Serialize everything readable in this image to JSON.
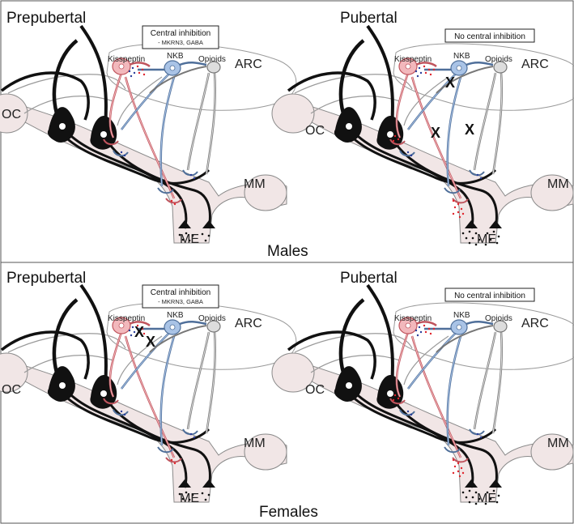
{
  "panels": [
    {
      "id": "male-prepubertal",
      "title": "Prepubertal",
      "inhibition_label": "Central inhibition",
      "inhibition_sub": "- MKRN3, GABA",
      "labels": {
        "kisspeptin": "Kisspeptin",
        "nkb": "NKB",
        "opioids": "Opioids",
        "arc": "ARC",
        "oc": "OC",
        "mm": "MM",
        "me": "ME"
      },
      "x_marks": []
    },
    {
      "id": "male-pubertal",
      "title": "Pubertal",
      "inhibition_label": "No central inhibition",
      "inhibition_sub": "",
      "labels": {
        "kisspeptin": "Kisspeptin",
        "nkb": "NKB",
        "opioids": "Opioids",
        "arc": "ARC",
        "oc": "OC",
        "mm": "MM",
        "me": "ME"
      },
      "x_marks": [
        "X",
        "X",
        "X"
      ]
    },
    {
      "id": "female-prepubertal",
      "title": "Prepubertal",
      "inhibition_label": "Central inhibition",
      "inhibition_sub": "- MKRN3, GABA",
      "labels": {
        "kisspeptin": "Kisspeptin",
        "nkb": "NKB",
        "opioids": "Opioids",
        "arc": "ARC",
        "oc": "OC",
        "mm": "MM",
        "me": "ME"
      },
      "x_marks": [
        "X",
        "X"
      ]
    },
    {
      "id": "female-pubertal",
      "title": "Pubertal",
      "inhibition_label": "No central inhibition",
      "inhibition_sub": "",
      "labels": {
        "kisspeptin": "Kisspeptin",
        "nkb": "NKB",
        "opioids": "Opioids",
        "arc": "ARC",
        "oc": "OC",
        "mm": "MM",
        "me": "ME"
      },
      "x_marks": []
    }
  ],
  "sections": {
    "males": "Males",
    "females": "Females"
  },
  "colors": {
    "kisspeptin": "#f2b8bc",
    "kisspeptin_stroke": "#c0555e",
    "nkb": "#a9c3e6",
    "nkb_stroke": "#4f6f9a",
    "opioids": "#dddddd",
    "gnrh": "#111111",
    "tissue": "#f1e6e6",
    "red_dots": "#e0242c",
    "blue_dots": "#2a3d9a"
  }
}
